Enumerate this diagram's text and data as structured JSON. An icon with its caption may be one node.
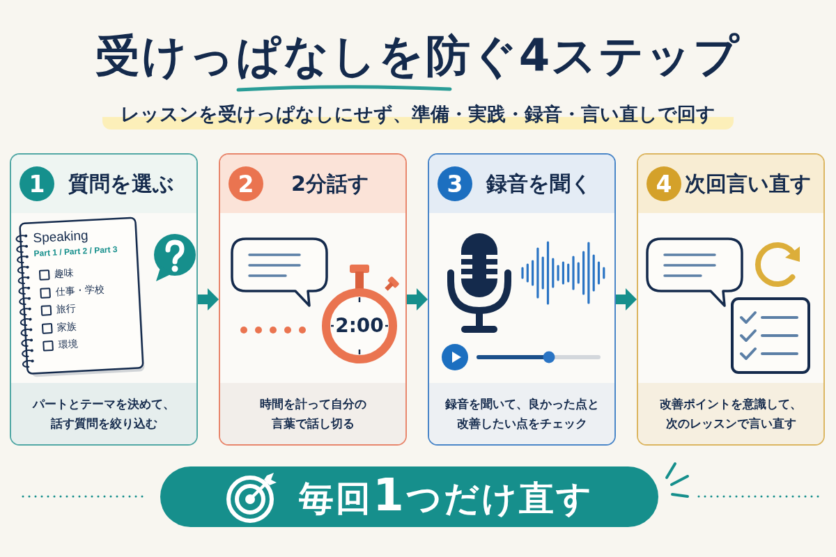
{
  "diagram": {
    "title": "受けっぱなしを防ぐ4ステップ",
    "nodes": [
      {
        "text": [
          "1",
          "質問を選ぶ",
          "パートとテーマを決めて、話す質問を絞り込む"
        ]
      },
      {
        "text": [
          "Speaking",
          "Part 1 / Part 2 / Part 3",
          "趣味",
          "仕事・学校",
          "旅行",
          "家族",
          "環境"
        ],
        "in": 0
      },
      {
        "text": [
          "2",
          "2分話す",
          "時間を計って自分の言葉で話し切る"
        ]
      },
      {
        "text": [
          "2:00"
        ],
        "in": 2
      },
      {
        "text": [
          "3",
          "録音を聞く",
          "録音を聞いて、良かった点と改善したい点をチェック"
        ]
      },
      {
        "text": [
          "4",
          "次回言い直す",
          "改善ポイントを意識して、次のレッスンで言い直す"
        ]
      },
      {
        "text": [
          "毎回1つだけ直す"
        ]
      }
    ],
    "edges": [
      {
        "from": 0,
        "to": 2,
        "arrow": "to"
      },
      {
        "from": 2,
        "to": 4,
        "arrow": "to"
      },
      {
        "from": 4,
        "to": 5,
        "arrow": "to"
      }
    ],
    "labels": [
      "レッスンを受けっぱなしにせず、準備・実践・録音・言い直しで回す"
    ]
  }
}
